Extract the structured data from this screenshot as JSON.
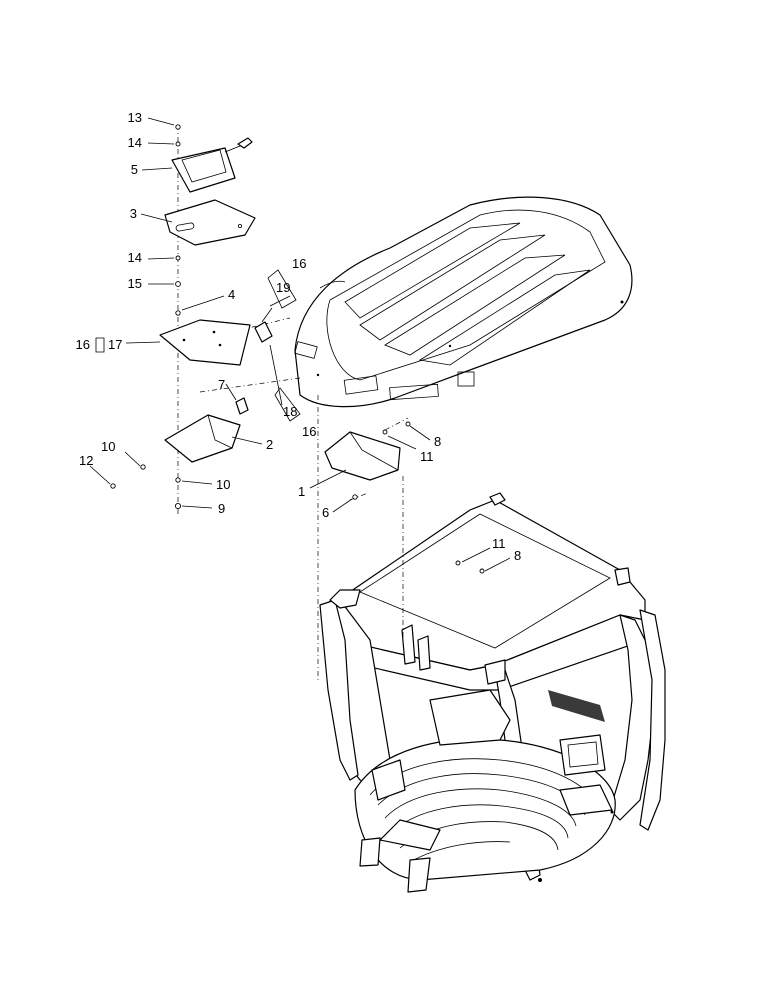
{
  "diagram": {
    "callouts": [
      {
        "id": "c13",
        "text": "13"
      },
      {
        "id": "c14a",
        "text": "14"
      },
      {
        "id": "c5",
        "text": "5"
      },
      {
        "id": "c3",
        "text": "3"
      },
      {
        "id": "c14b",
        "text": "14"
      },
      {
        "id": "c15",
        "text": "15"
      },
      {
        "id": "c4",
        "text": "4"
      },
      {
        "id": "c16a",
        "text": "16"
      },
      {
        "id": "c19",
        "text": "19"
      },
      {
        "id": "c16b",
        "text": "16"
      },
      {
        "id": "c17",
        "text": "17"
      },
      {
        "id": "c7",
        "text": "7"
      },
      {
        "id": "c18",
        "text": "18"
      },
      {
        "id": "c16c",
        "text": "16"
      },
      {
        "id": "c2",
        "text": "2"
      },
      {
        "id": "c10a",
        "text": "10"
      },
      {
        "id": "c12",
        "text": "12"
      },
      {
        "id": "c10b",
        "text": "10"
      },
      {
        "id": "c9",
        "text": "9"
      },
      {
        "id": "c8a",
        "text": "8"
      },
      {
        "id": "c11a",
        "text": "11"
      },
      {
        "id": "c1",
        "text": "1"
      },
      {
        "id": "c6",
        "text": "6"
      },
      {
        "id": "c11b",
        "text": "11"
      },
      {
        "id": "c8b",
        "text": "8"
      }
    ]
  }
}
